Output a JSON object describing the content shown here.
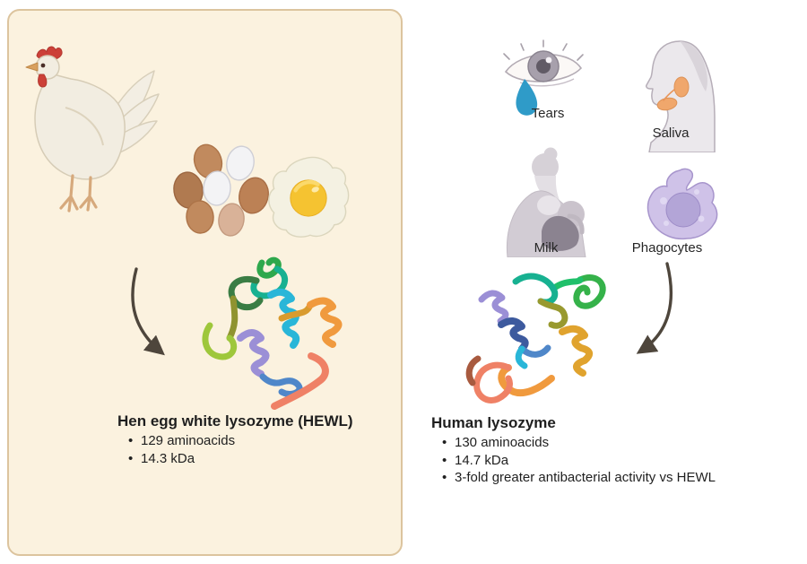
{
  "figure": {
    "type": "comparison-diagram",
    "subject": "Lysozyme sources and properties"
  },
  "left_panel": {
    "title": "Hen egg white lysozyme (HEWL)",
    "bullets": [
      "129 aminoacids",
      "14.3 kDa"
    ],
    "icons": [
      "hen-icon",
      "egg-cluster-icon",
      "fried-egg-icon",
      "curved-arrow-icon",
      "protein-ribbon-icon"
    ],
    "colors": {
      "background": "#fbf2df",
      "border": "#dcc49e"
    }
  },
  "right_panel": {
    "title": "Human lysozyme",
    "bullets": [
      "130 aminoacids",
      "14.7 kDa",
      "3-fold greater antibacterial activity vs HEWL"
    ],
    "labels": {
      "tears": "Tears",
      "saliva": "Saliva",
      "milk": "Milk",
      "phagocytes": "Phagocytes"
    },
    "icons": [
      "eye-tear-icon",
      "saliva-gland-icon",
      "breastfeeding-icon",
      "phagocyte-icon",
      "curved-arrow-icon",
      "protein-ribbon-icon"
    ],
    "colors": {
      "background": "#f9edf7",
      "border": "#dfb4ce",
      "tear_blue": "#2f9bc8",
      "gland_orange": "#f0a76c",
      "phagocyte_purple": "#cfc2e8"
    }
  },
  "shared_colors": {
    "text": "#1f1f1f",
    "arrow": "#4e463c"
  }
}
